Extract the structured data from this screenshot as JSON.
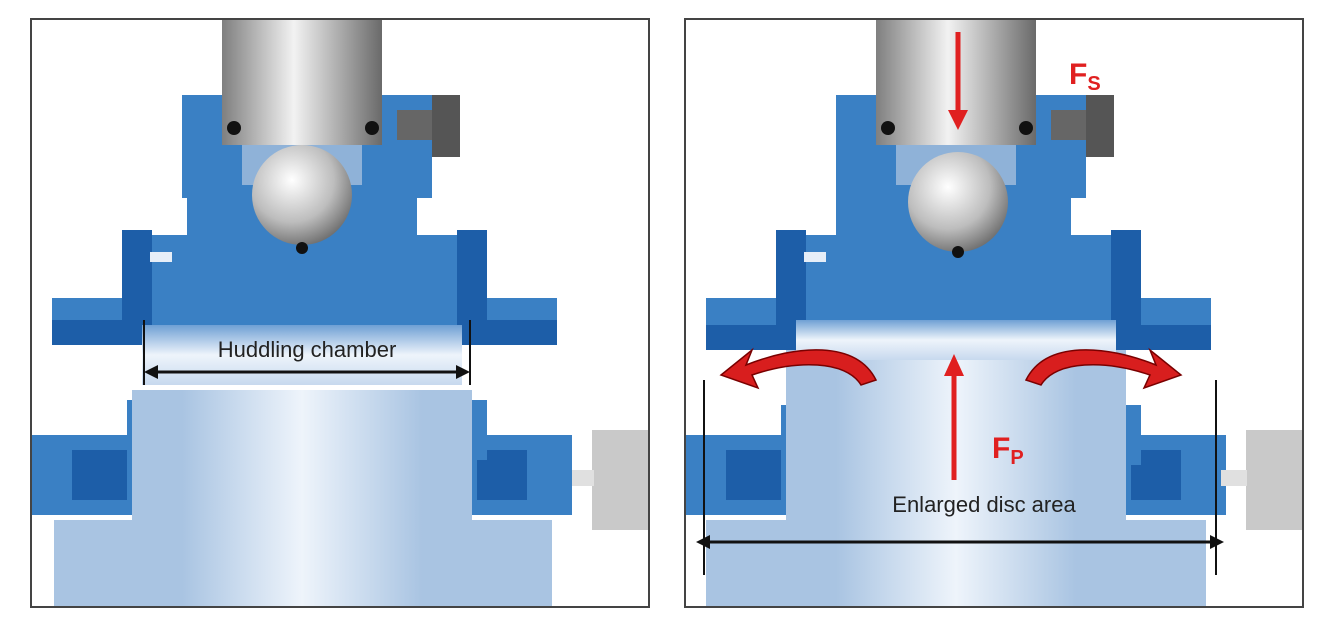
{
  "left_panel": {
    "chamber_label": "Huddling chamber"
  },
  "right_panel": {
    "fs_label": "F",
    "fs_sub": "S",
    "fp_label": "F",
    "fp_sub": "P",
    "disc_label": "Enlarged disc area"
  },
  "colors": {
    "body_blue": "#3a80c4",
    "dark_blue": "#1d5ea8",
    "light_blue": "#a9c4e2",
    "force_red": "#e02020"
  }
}
